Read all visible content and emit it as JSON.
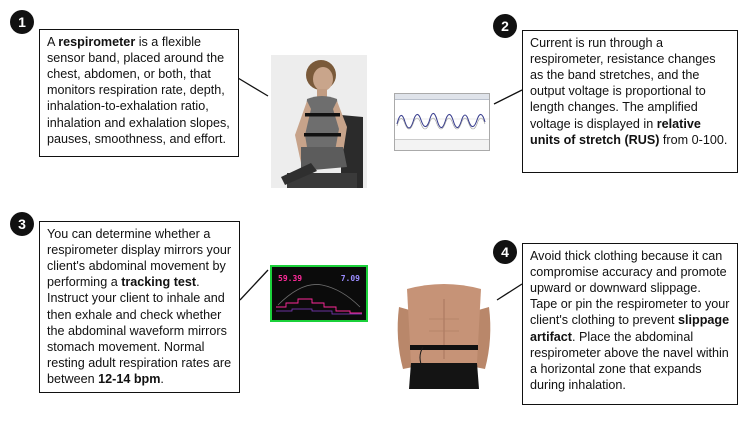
{
  "steps": [
    {
      "number": "1",
      "parts": [
        {
          "text": "A ",
          "bold": false
        },
        {
          "text": "respirometer",
          "bold": true
        },
        {
          "text": " is a flexible sensor band, placed around the chest, abdomen, or both, that monitors respiration rate, depth, inhalation-to-exhalation ratio, inhalation and exhalation slopes, pauses, smoothness, and effort.",
          "bold": false
        }
      ]
    },
    {
      "number": "2",
      "parts": [
        {
          "text": "Current is run through a respirometer, resistance changes as the band stretches, and the output voltage is proportional to length changes. The amplified voltage is displayed in ",
          "bold": false
        },
        {
          "text": "relative units of stretch (RUS)",
          "bold": true
        },
        {
          "text": " from 0-100.",
          "bold": false
        }
      ]
    },
    {
      "number": "3",
      "parts": [
        {
          "text": "You can determine whether a respirometer display mirrors your client's abdominal movement by performing a ",
          "bold": false
        },
        {
          "text": "tracking test",
          "bold": true
        },
        {
          "text": ". Instruct your client to inhale and then exhale and check whether the abdominal waveform mirrors stomach movement. Normal resting adult respiration rates are between ",
          "bold": false
        },
        {
          "text": "12-14 bpm",
          "bold": true
        },
        {
          "text": ".",
          "bold": false
        }
      ]
    },
    {
      "number": "4",
      "parts": [
        {
          "text": "Avoid thick clothing because it can compromise accuracy and promote upward or downward slippage. Tape or pin the respirometer to your client's clothing to prevent ",
          "bold": false
        },
        {
          "text": "slippage artifact",
          "bold": true
        },
        {
          "text": ". Place the abdominal respirometer above the navel within a horizontal zone that expands during inhalation.",
          "bold": false
        }
      ]
    }
  ],
  "tracking_screen": {
    "left_value": "59.39",
    "right_value": "7.09",
    "left_color": "#ff2a9a",
    "right_color": "#9b8cff",
    "frame_color": "#1bd13a"
  },
  "colors": {
    "badge": "#111111",
    "border": "#111111"
  }
}
